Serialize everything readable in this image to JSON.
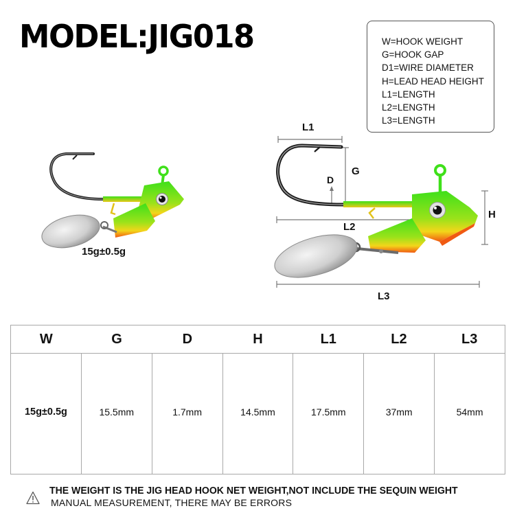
{
  "title": "MODEL:JIG018",
  "legend": {
    "items": [
      "W=HOOK WEIGHT",
      "G=HOOK GAP",
      "D1=WIRE DIAMETER",
      "H=LEAD HEAD HEIGHT",
      "L1=LENGTH",
      "L2=LENGTH",
      "L3=LENGTH"
    ]
  },
  "product_left": {
    "weight_caption": "15g±0.5g"
  },
  "diagram": {
    "labels": {
      "L1": "L1",
      "G": "G",
      "D": "D",
      "H": "H",
      "L2": "L2",
      "L3": "L3"
    }
  },
  "colors": {
    "jig_green": "#3fe01a",
    "jig_yellow": "#f3d61a",
    "jig_orange": "#f05a12",
    "hook_dark": "#222222",
    "blade_silver": "#c8c8c8",
    "table_border": "#a8a8a8"
  },
  "spec_table": {
    "headers": [
      "W",
      "G",
      "D",
      "H",
      "L1",
      "L2",
      "L3"
    ],
    "rows": [
      [
        "15g±0.5g",
        "15.5mm",
        "1.7mm",
        "14.5mm",
        "17.5mm",
        "37mm",
        "54mm"
      ]
    ]
  },
  "notes": {
    "icon": "warning-triangle-icon",
    "line1": "THE WEIGHT IS THE JIG HEAD HOOK NET WEIGHT,NOT INCLUDE THE SEQUIN WEIGHT",
    "line2": "MANUAL MEASUREMENT, THERE MAY BE ERRORS"
  }
}
